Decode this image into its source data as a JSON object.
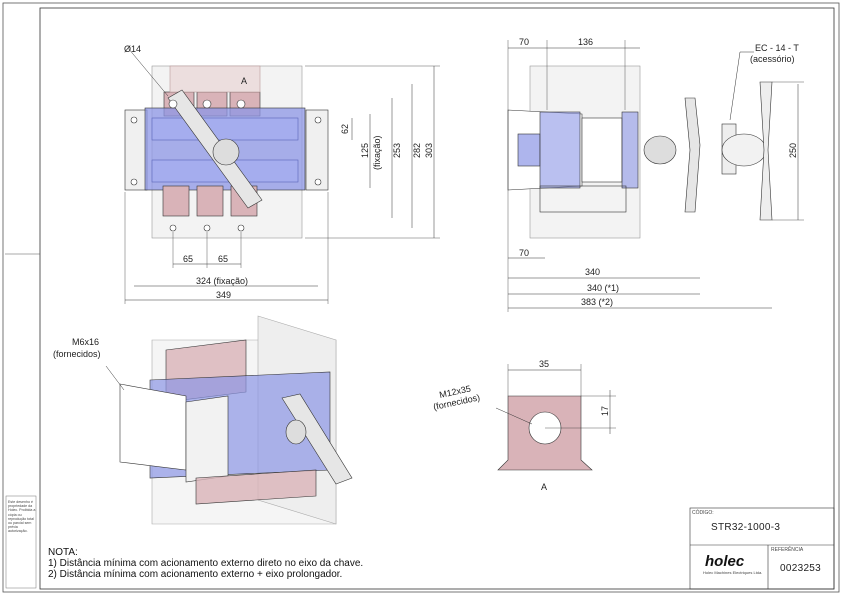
{
  "dims_front": {
    "dia": "Ø14",
    "view_a": "A",
    "d62": "62",
    "d125": "125",
    "fix_v": "(fixação)",
    "d253": "253",
    "d282": "282",
    "d303": "303",
    "d65a": "65",
    "d65b": "65",
    "d324": "324 (fixação)",
    "d349": "349"
  },
  "dims_side": {
    "d70_top": "70",
    "d136": "136",
    "acc_name": "EC - 14 - T",
    "acc_note": "(acessório)",
    "d250": "250",
    "d70_bot": "70",
    "d340": "340",
    "d340_1": "340 (*1)",
    "d383_2": "383 (*2)"
  },
  "iso": {
    "bolt": "M6x16",
    "bolt_note": "(fornecidos)"
  },
  "detail": {
    "d35": "35",
    "d17": "17",
    "bolt": "M12x35",
    "bolt_note": "(fornecidos)",
    "view_a": "A"
  },
  "notes": {
    "title": "NOTA:",
    "n1": "1) Distância mínima com acionamento externo direto no eixo da chave.",
    "n2": "2) Distância mínima com acionamento externo + eixo prolongador."
  },
  "title_block": {
    "code_label": "CÓDIGO:",
    "code": "STR32-1000-3",
    "ref_label": "REFERÊNCIA",
    "ref": "0023253",
    "brand": "holec",
    "brand_sub": "Holec Machines Electriques Ltda."
  },
  "side_note": "Este desenho é propriedade da Holec. Proibida a cópia ou reprodução total ou parcial sem prévia autorização.",
  "colors": {
    "switch_blue": "#8c96e6",
    "copper": "#d9b3b8",
    "line": "#333333"
  }
}
